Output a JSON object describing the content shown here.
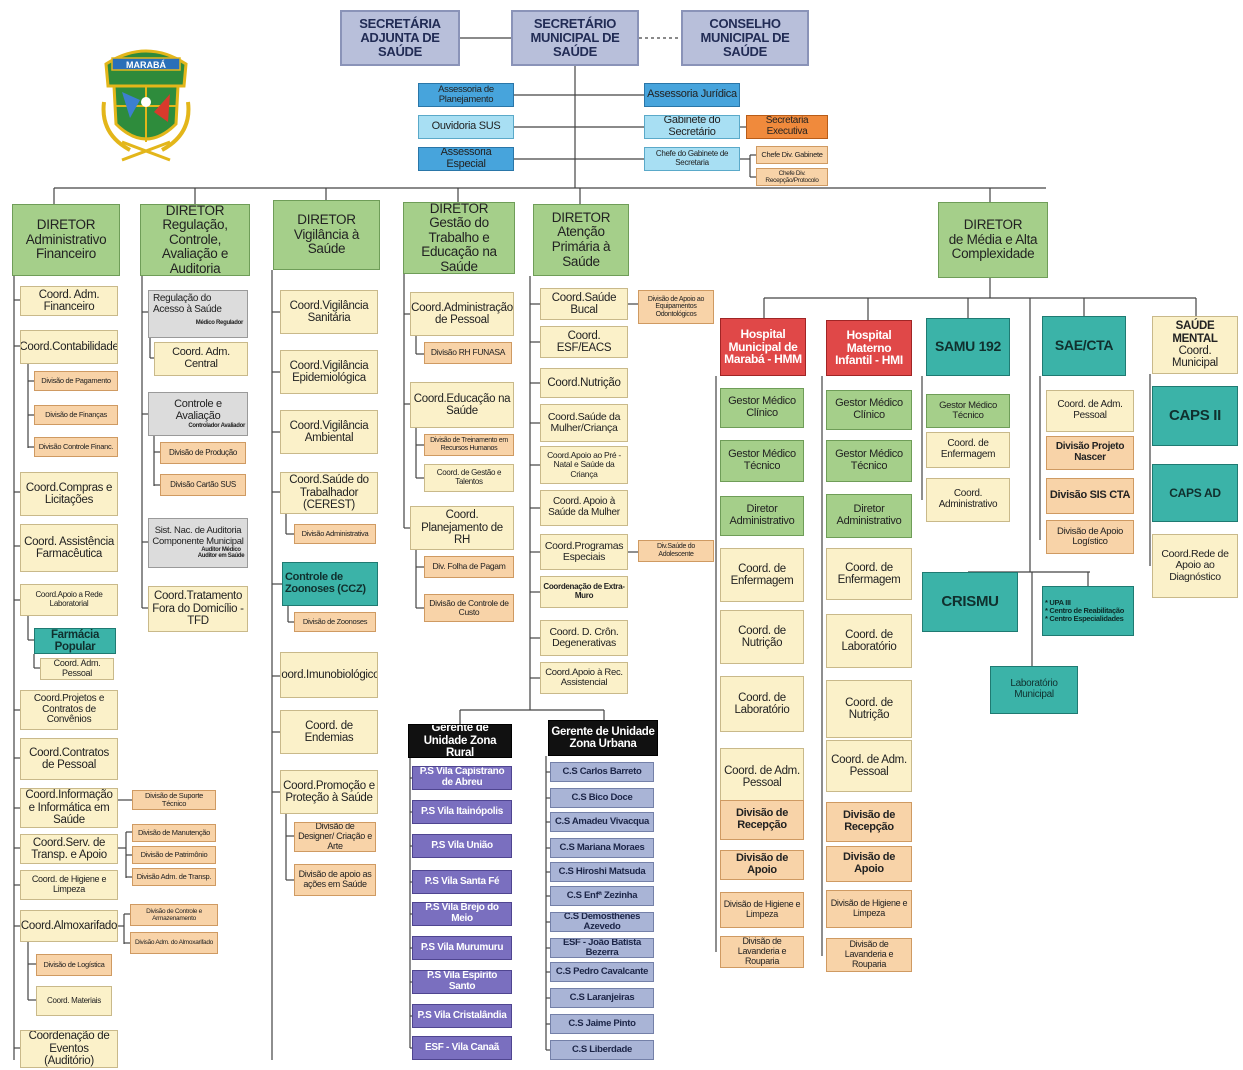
{
  "colors": {
    "line": "#444444",
    "top": "#b8bfda",
    "director": "#a5cf8a",
    "coordination": "#fbf1c9",
    "division": "#f8d3a8",
    "hospital": "#e04848",
    "service": "#3bb3a8",
    "rural": "#7a6fbf",
    "urban": "#a9b4d6"
  },
  "logo": {
    "text": "MARABÁ",
    "icon": "maraba-coat-of-arms-icon"
  },
  "top": {
    "secretaria_adjunta": "SECRETÁRIA ADJUNTA DE SAÚDE",
    "secretario": "SECRETÁRIO MUNICIPAL DE SAÚDE",
    "conselho": "CONSELHO MUNICIPAL DE SAÚDE"
  },
  "staff": {
    "planejamento": "Assessoria de Planejamento",
    "ouvidoria": "Ouvidoria SUS",
    "especial": "Assessoria Especial",
    "juridica": "Assessoria Jurídica",
    "gabinete": "Gabinete do Secretário",
    "executiva": "Secretaria Executiva",
    "chefe_gabinete": "Chefe do Gabinete de Secretaria",
    "chefe_div_gabinete": "Chefe Div. Gabinete",
    "chefe_div_recepcao": "Chefe Div. Recepção/Protocolo"
  },
  "directors": {
    "adm": {
      "title": "DIRETOR",
      "name": "Administrativo Financeiro"
    },
    "reg": {
      "title": "DIRETOR",
      "name": "Regulação, Controle, Avaliação e Auditoria"
    },
    "vig": {
      "title": "DIRETOR",
      "name": "Vigilância à Saúde"
    },
    "ges": {
      "title": "DIRETOR",
      "name": "Gestão do Trabalho e Educação na Saúde"
    },
    "ate": {
      "title": "DIRETOR",
      "name": "Atenção Primária à Saúde"
    },
    "med": {
      "title": "DIRETOR",
      "name": "de Média e Alta Complexidade"
    }
  },
  "adm": {
    "c1": "Coord. Adm. Financeiro",
    "c2": "Coord.Contabilidade",
    "c2d1": "Divisão de Pagamento",
    "c2d2": "Divisão de Finanças",
    "c2d3": "Divisão Controle Financ.",
    "c3": "Coord.Compras e Licitações",
    "c4": "Coord. Assistência Farmacêutica",
    "c5": "Coord.Apoio a Rede Laboratorial",
    "farmacia": "Farmácia Popular",
    "farmacia_pessoal": "Coord. Adm. Pessoal",
    "c6": "Coord.Projetos e Contratos de Convênios",
    "c7": "Coord.Contratos de Pessoal",
    "c8": "Coord.Informação e Informática em Saúde",
    "c8d1": "Divisão de Suporte Técnico",
    "c9": "Coord.Serv. de Transp. e Apoio",
    "c9d1": "Divisão de Manutenção",
    "c9d2": "Divisão de Patrimônio",
    "c9d3": "Divisão Adm. de Transp.",
    "c10": "Coord. de Higiene e Limpeza",
    "c11": "Coord.Almoxarifado",
    "c11d1": "Divisão de Controle e Armazenamento",
    "c11d2": "Divisão Adm. do Almoxarifado",
    "c11d3": "Divisão de Logística",
    "c11d4": "Coord. Materiais",
    "c12": "Coordenação de Eventos (Auditório)"
  },
  "reg": {
    "c1": "Regulação do Acesso à Saúde",
    "c1sub": "Médico Regulador",
    "c1a": "Coord. Adm. Central",
    "c2": "Controle e Avaliação",
    "c2sub": "Controlador Avaliador",
    "c2d1": "Divisão de Produção",
    "c2d2": "Divisão Cartão SUS",
    "c3": "Sist. Nac. de Auditoria Componente Municipal",
    "c3sub": "Auditor Médico Auditor em Saúde",
    "c4": "Coord.Tratamento Fora do Domicílio - TFD"
  },
  "vig": {
    "c1": "Coord.Vigilância Sanitária",
    "c2": "Coord.Vigilância Epidemiológica",
    "c3": "Coord.Vigilância Ambiental",
    "c4": "Coord.Saúde do Trabalhador (CEREST)",
    "c4d1": "Divisão Administrativa",
    "c5": "Controle de Zoonoses (CCZ)",
    "c5d1": "Divisão de Zoonoses",
    "c6": "Coord.Imunobiológicos",
    "c7": "Coord. de Endemias",
    "c8": "Coord.Promoção e Proteção à Saúde",
    "c8d1": "Divisão de Designer/ Criação e Arte",
    "c8d2": "Divisão de apoio as ações em Saúde"
  },
  "ges": {
    "c1": "Coord.Administração de Pessoal",
    "c1d1": "Divisão RH FUNASA",
    "c2": "Coord.Educação na Saúde",
    "c2d1": "Divisão de Treinamento em Recursos Humanos",
    "c2d2": "Coord. de Gestão e Talentos",
    "c3": "Coord. Planejamento de RH",
    "c3d1": "Div. Folha de Pagam",
    "c3d2": "Divisão de Controle de Custo"
  },
  "ate": {
    "c1": "Coord.Saúde Bucal",
    "c1d1": "Divisão de Apoio ao Equipamentos Odontológicos",
    "c2": "Coord. ESF/EACS",
    "c3": "Coord.Nutrição",
    "c4": "Coord.Saúde da Mulher/Criança",
    "c5": "Coord.Apoio ao Pré - Natal e Saúde da Criança",
    "c6": "Coord. Apoio à Saúde da Mulher",
    "c7": "Coord.Programas Especiais",
    "c7d1": "Div.Saúde do Adolescente",
    "c8": "Coordenação de Extra-Muro",
    "c9": "Coord. D. Crôn. Degenerativas",
    "c10": "Coord.Apoio à Rec. Assistencial"
  },
  "rural": {
    "title": "Gerente de Unidade Zona Rural",
    "items": [
      "P.S Vila Capistrano de Abreu",
      "P.S Vila Itainópolis",
      "P.S Vila União",
      "P.S Vila Santa Fé",
      "P.S Vila Brejo do Meio",
      "P.S Vila Murumuru",
      "P.S Vila Espírito Santo",
      "P.S Vila Cristalândia",
      "ESF - Vila Canaã"
    ]
  },
  "urban": {
    "title": "Gerente de Unidade Zona Urbana",
    "items": [
      "C.S Carlos Barreto",
      "C.S Bico Doce",
      "C.S Amadeu Vivacqua",
      "C.S Mariana Moraes",
      "C.S Hiroshi Matsuda",
      "C.S Enfª Zezinha",
      "C.S Demosthenes Azevedo",
      "ESF - João Batista Bezerra",
      "C.S Pedro Cavalcante",
      "C.S Laranjeiras",
      "C.S Jaime Pinto",
      "C.S Liberdade"
    ]
  },
  "hmm": {
    "title": "Hospital Municipal de Marabá - HMM",
    "items": [
      "Gestor Médico Clínico",
      "Gestor Médico Técnico",
      "Diretor Administrativo",
      "Coord. de Enfermagem",
      "Coord. de Nutrição",
      "Coord. de Laboratório",
      "Coord. de Adm. Pessoal",
      "Divisão de Recepção",
      "Divisão de Apoio",
      "Divisão de Higiene e Limpeza",
      "Divisão de Lavanderia e Rouparia"
    ]
  },
  "hmi": {
    "title": "Hospital Materno Infantil - HMI",
    "items": [
      "Gestor Médico Clínico",
      "Gestor Médico Técnico",
      "Diretor Administrativo",
      "Coord. de Enfermagem",
      "Coord. de Laboratório",
      "Coord. de Nutrição",
      "Coord. de Adm. Pessoal",
      "Divisão de Recepção",
      "Divisão de Apoio",
      "Divisão de Higiene e Limpeza",
      "Divisão de Lavanderia e Rouparia"
    ]
  },
  "samu": {
    "title": "SAMU 192",
    "items": [
      "Gestor Médico Técnico",
      "Coord. de Enfermagem",
      "Coord. Administrativo"
    ]
  },
  "sae": {
    "title": "SAE/CTA",
    "items": [
      "Coord. de Adm. Pessoal",
      "Divisão Projeto Nascer",
      "Divisão SIS CTA",
      "Divisão de Apoio Logístico"
    ]
  },
  "mental": {
    "title": "SAÚDE MENTAL",
    "sub": "Coord. Municipal",
    "caps2": "CAPS II",
    "capsad": "CAPS AD",
    "rede": "Coord.Rede de Apoio ao Diagnóstico"
  },
  "crismu": "CRISMU",
  "upa": {
    "l1": "* UPA III",
    "l2": "* Centro de Reabilitação",
    "l3": "* Centro Especialidades"
  },
  "laboratorio": "Laboratório Municipal"
}
